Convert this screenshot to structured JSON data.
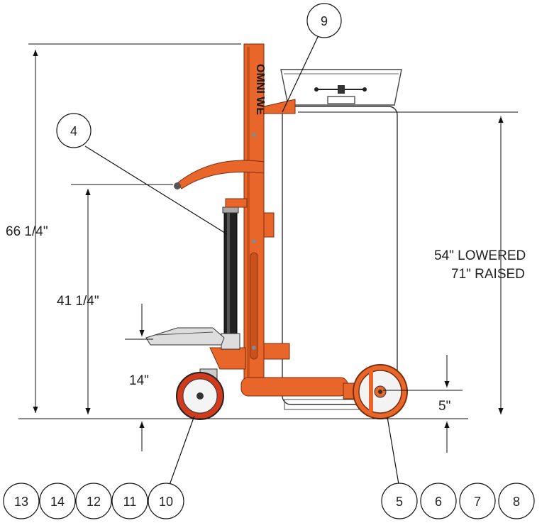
{
  "dimensions": {
    "overall_height": "66 1/4\"",
    "handle_height": "41 1/4\"",
    "pedal_height": "14\"",
    "lowered_line": "54\" LOWERED",
    "raised_line": "71\" RAISED",
    "clearance": "5\""
  },
  "callouts": {
    "top": [
      "9"
    ],
    "left": [
      "4"
    ],
    "bottom_left": [
      "13",
      "14",
      "12",
      "11",
      "10"
    ],
    "bottom_right": [
      "5",
      "6",
      "7",
      "8"
    ]
  },
  "brand_mark": "OMNI WE",
  "colors": {
    "frame": "#E8662A",
    "frame_dark": "#C9521C",
    "wheel_tread": "#D23A1E",
    "line": "#111111"
  }
}
